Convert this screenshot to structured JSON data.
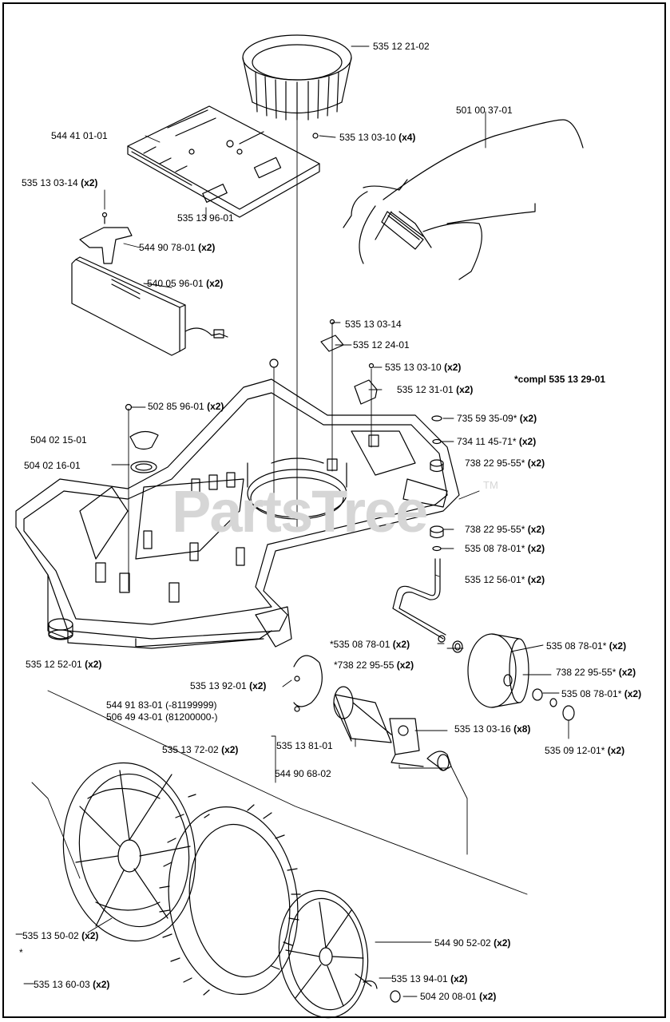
{
  "watermark": {
    "brand": "PartsTree",
    "trademark": "TM"
  },
  "footnote": "*compl 535 13 29-01",
  "stray_mark": "*",
  "callouts": [
    {
      "part": "535 12 21-02",
      "qty": ""
    },
    {
      "part": "501 00 37-01",
      "qty": ""
    },
    {
      "part": "544 41 01-01",
      "qty": ""
    },
    {
      "part": "535 13 03-10",
      "qty": "(x4)"
    },
    {
      "part": "535 13 03-14",
      "qty": "(x2)"
    },
    {
      "part": "535 13 96-01",
      "qty": ""
    },
    {
      "part": "544 90 78-01",
      "qty": "(x2)"
    },
    {
      "part": "540 05 96-01",
      "qty": "(x2)"
    },
    {
      "part": "535 13 03-14",
      "qty": ""
    },
    {
      "part": "535 12 24-01",
      "qty": ""
    },
    {
      "part": "535 13 03-10",
      "qty": "(x2)"
    },
    {
      "part": "535 12 31-01",
      "qty": "(x2)"
    },
    {
      "part": "502 85 96-01",
      "qty": "(x2)"
    },
    {
      "part": "735 59 35-09*",
      "qty": "(x2)"
    },
    {
      "part": "504 02 15-01",
      "qty": ""
    },
    {
      "part": "734 11 45-71*",
      "qty": "(x2)"
    },
    {
      "part": "504 02 16-01",
      "qty": ""
    },
    {
      "part": "738 22 95-55*",
      "qty": "(x2)"
    },
    {
      "part": "738 22 95-55*",
      "qty": "(x2)"
    },
    {
      "part": "535 08 78-01*",
      "qty": "(x2)"
    },
    {
      "part": "535 12 56-01*",
      "qty": "(x2)"
    },
    {
      "part": "*535 08 78-01",
      "qty": "(x2)"
    },
    {
      "part": "535 08 78-01*",
      "qty": "(x2)"
    },
    {
      "part": "*738 22 95-55",
      "qty": "(x2)"
    },
    {
      "part": "738 22 95-55*",
      "qty": "(x2)"
    },
    {
      "part": "535 12 52-01",
      "qty": "(x2)"
    },
    {
      "part": "535 13 92-01",
      "qty": "(x2)"
    },
    {
      "part": "535 08 78-01*",
      "qty": "(x2)"
    },
    {
      "part": "544 91 83-01 (-81199999)",
      "qty": ""
    },
    {
      "part": "506 49 43-01 (81200000-)",
      "qty": ""
    },
    {
      "part": "535 13 03-16",
      "qty": "(x8)"
    },
    {
      "part": "535 09 12-01*",
      "qty": "(x2)"
    },
    {
      "part": "535 13 72-02",
      "qty": "(x2)"
    },
    {
      "part": "535 13 81-01",
      "qty": ""
    },
    {
      "part": "544 90 68-02",
      "qty": ""
    },
    {
      "part": "535 13 50-02",
      "qty": "(x2)"
    },
    {
      "part": "544 90 52-02",
      "qty": "(x2)"
    },
    {
      "part": "535 13 94-01",
      "qty": "(x2)"
    },
    {
      "part": "535 13 60-03",
      "qty": "(x2)"
    },
    {
      "part": "504 20 08-01",
      "qty": "(x2)"
    }
  ]
}
